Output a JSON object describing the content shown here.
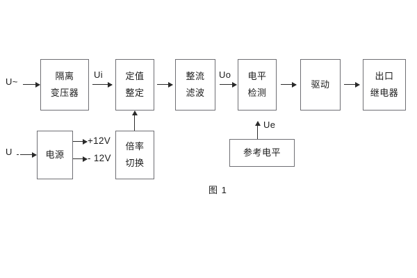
{
  "diagram": {
    "caption": "图 1",
    "inputs": {
      "ac_source": "U~",
      "dc_source": "U"
    },
    "blocks": [
      {
        "id": "isolation-transformer",
        "lines": [
          "隔离",
          "变压器"
        ]
      },
      {
        "id": "setpoint-setting",
        "lines": [
          "定值",
          "整定"
        ]
      },
      {
        "id": "rectifier-filter",
        "lines": [
          "整流",
          "滤波"
        ]
      },
      {
        "id": "level-detection",
        "lines": [
          "电平",
          "检测"
        ]
      },
      {
        "id": "drive",
        "lines": [
          "驱动"
        ]
      },
      {
        "id": "output-relay",
        "lines": [
          "出口",
          "继电器"
        ]
      },
      {
        "id": "power-supply",
        "lines": [
          "电源"
        ]
      },
      {
        "id": "multiplier-switch",
        "lines": [
          "倍率",
          "切换"
        ]
      },
      {
        "id": "reference-level",
        "lines": [
          "参考电平"
        ]
      }
    ],
    "signals": {
      "ui": "Ui",
      "uo": "Uo",
      "ue": "Ue",
      "rail_positive": "+12V",
      "rail_negative": "- 12V"
    },
    "colors": {
      "block_border": "#6e6e73",
      "line": "#2a2a2a",
      "text": "#1b1b1b",
      "background": "#ffffff"
    }
  }
}
